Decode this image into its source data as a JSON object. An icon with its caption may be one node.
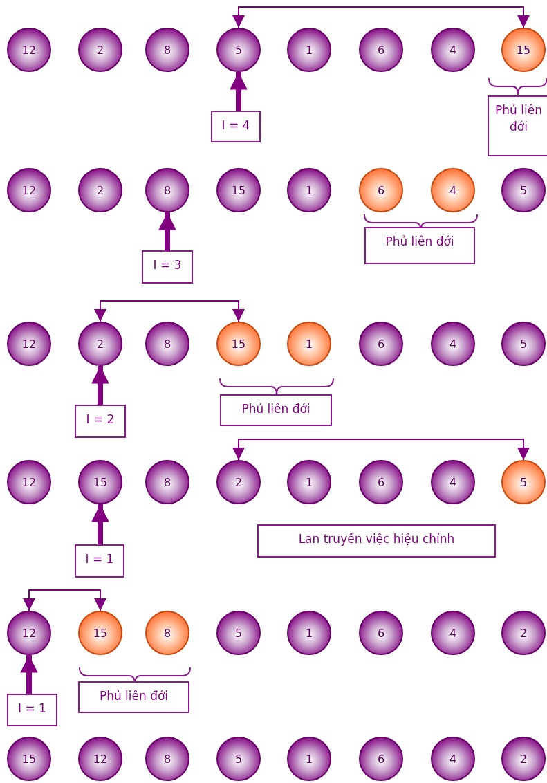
{
  "diagram": {
    "nodes": [
      {
        "text": [
          "12"
        ]
      },
      {
        "text": [
          "2"
        ]
      },
      {
        "text": [
          "8"
        ]
      },
      {
        "text": [
          "5"
        ]
      },
      {
        "text": [
          "1"
        ]
      },
      {
        "text": [
          "6"
        ]
      },
      {
        "text": [
          "4"
        ]
      },
      {
        "text": [
          "15"
        ]
      },
      {
        "text": [
          "I = 4"
        ]
      },
      {
        "text": [
          "Phủ liên đới"
        ]
      },
      {
        "text": [
          "12"
        ]
      },
      {
        "text": [
          "2"
        ]
      },
      {
        "text": [
          "8"
        ]
      },
      {
        "text": [
          "15"
        ]
      },
      {
        "text": [
          "1"
        ]
      },
      {
        "text": [
          "6"
        ]
      },
      {
        "text": [
          "4"
        ]
      },
      {
        "text": [
          "5"
        ]
      },
      {
        "text": [
          "I = 3"
        ]
      },
      {
        "text": [
          "Phủ liên đới"
        ]
      },
      {
        "text": [
          "12"
        ]
      },
      {
        "text": [
          "2"
        ]
      },
      {
        "text": [
          "8"
        ]
      },
      {
        "text": [
          "15"
        ]
      },
      {
        "text": [
          "1"
        ]
      },
      {
        "text": [
          "6"
        ]
      },
      {
        "text": [
          "4"
        ]
      },
      {
        "text": [
          "5"
        ]
      },
      {
        "text": [
          "I = 2"
        ]
      },
      {
        "text": [
          "Phủ liên đới"
        ]
      },
      {
        "text": [
          "12"
        ]
      },
      {
        "text": [
          "15"
        ]
      },
      {
        "text": [
          "8"
        ]
      },
      {
        "text": [
          "2"
        ]
      },
      {
        "text": [
          "1"
        ]
      },
      {
        "text": [
          "6"
        ]
      },
      {
        "text": [
          "4"
        ]
      },
      {
        "text": [
          "5"
        ]
      },
      {
        "text": [
          "I = 1"
        ]
      },
      {
        "text": [
          "Lan truyền việc hiệu chỉnh"
        ]
      },
      {
        "text": [
          "12"
        ]
      },
      {
        "text": [
          "15"
        ]
      },
      {
        "text": [
          "8"
        ]
      },
      {
        "text": [
          "5"
        ]
      },
      {
        "text": [
          "1"
        ]
      },
      {
        "text": [
          "6"
        ]
      },
      {
        "text": [
          "4"
        ]
      },
      {
        "text": [
          "2"
        ]
      },
      {
        "text": [
          "I = 1"
        ]
      },
      {
        "text": [
          "Phủ liên đới"
        ]
      },
      {
        "text": [
          "15"
        ]
      },
      {
        "text": [
          "12"
        ]
      },
      {
        "text": [
          "8"
        ]
      },
      {
        "text": [
          "5"
        ]
      },
      {
        "text": [
          "1"
        ]
      },
      {
        "text": [
          "6"
        ]
      },
      {
        "text": [
          "4"
        ]
      },
      {
        "text": [
          "2"
        ]
      }
    ],
    "edges": [
      {
        "from": 3,
        "to": 7,
        "arrow": "both"
      },
      {
        "from": 8,
        "to": 3,
        "arrow": "to"
      },
      {
        "from": 18,
        "to": 12,
        "arrow": "to"
      },
      {
        "from": 21,
        "to": 23,
        "arrow": "both"
      },
      {
        "from": 28,
        "to": 21,
        "arrow": "to"
      },
      {
        "from": 33,
        "to": 37,
        "arrow": "both"
      },
      {
        "from": 38,
        "to": 31,
        "arrow": "to"
      },
      {
        "from": 40,
        "to": 41,
        "arrow": "both"
      },
      {
        "from": 48,
        "to": 40,
        "arrow": "to"
      }
    ]
  }
}
